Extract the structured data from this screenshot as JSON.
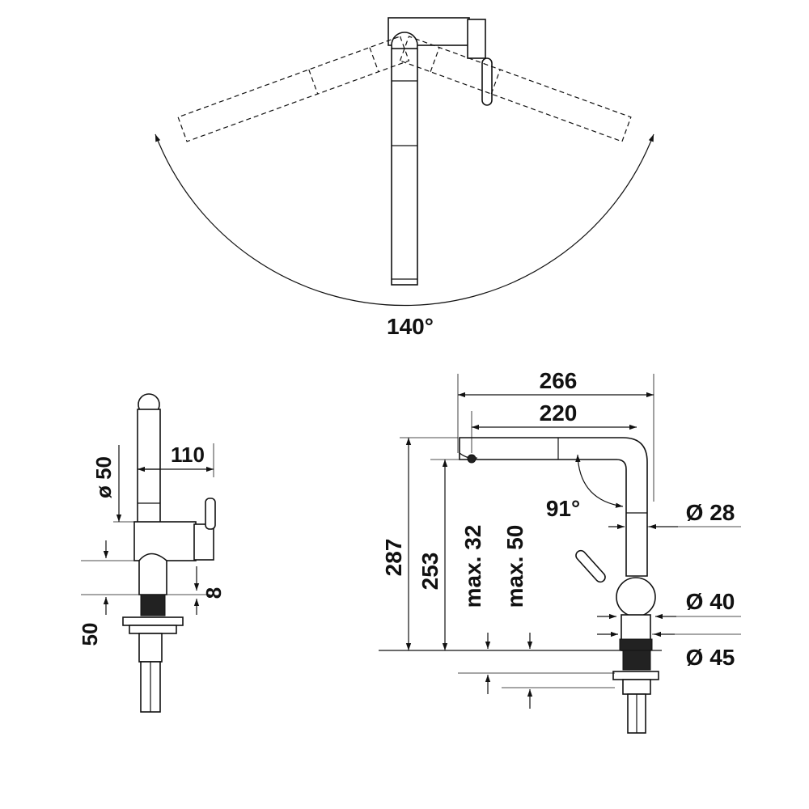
{
  "top_view": {
    "swivel_angle": "140°"
  },
  "side_view": {
    "dim_110": "110",
    "dim_dia50": "ø 50",
    "dim_8": "8",
    "dim_50": "50"
  },
  "front_view": {
    "dim_266": "266",
    "dim_220": "220",
    "dim_287": "287",
    "dim_253": "253",
    "dim_max32": "max. 32",
    "dim_max50": "max. 50",
    "angle_91": "91°",
    "dia_28": "Ø 28",
    "dia_40": "Ø 40",
    "dia_45": "Ø 45"
  }
}
